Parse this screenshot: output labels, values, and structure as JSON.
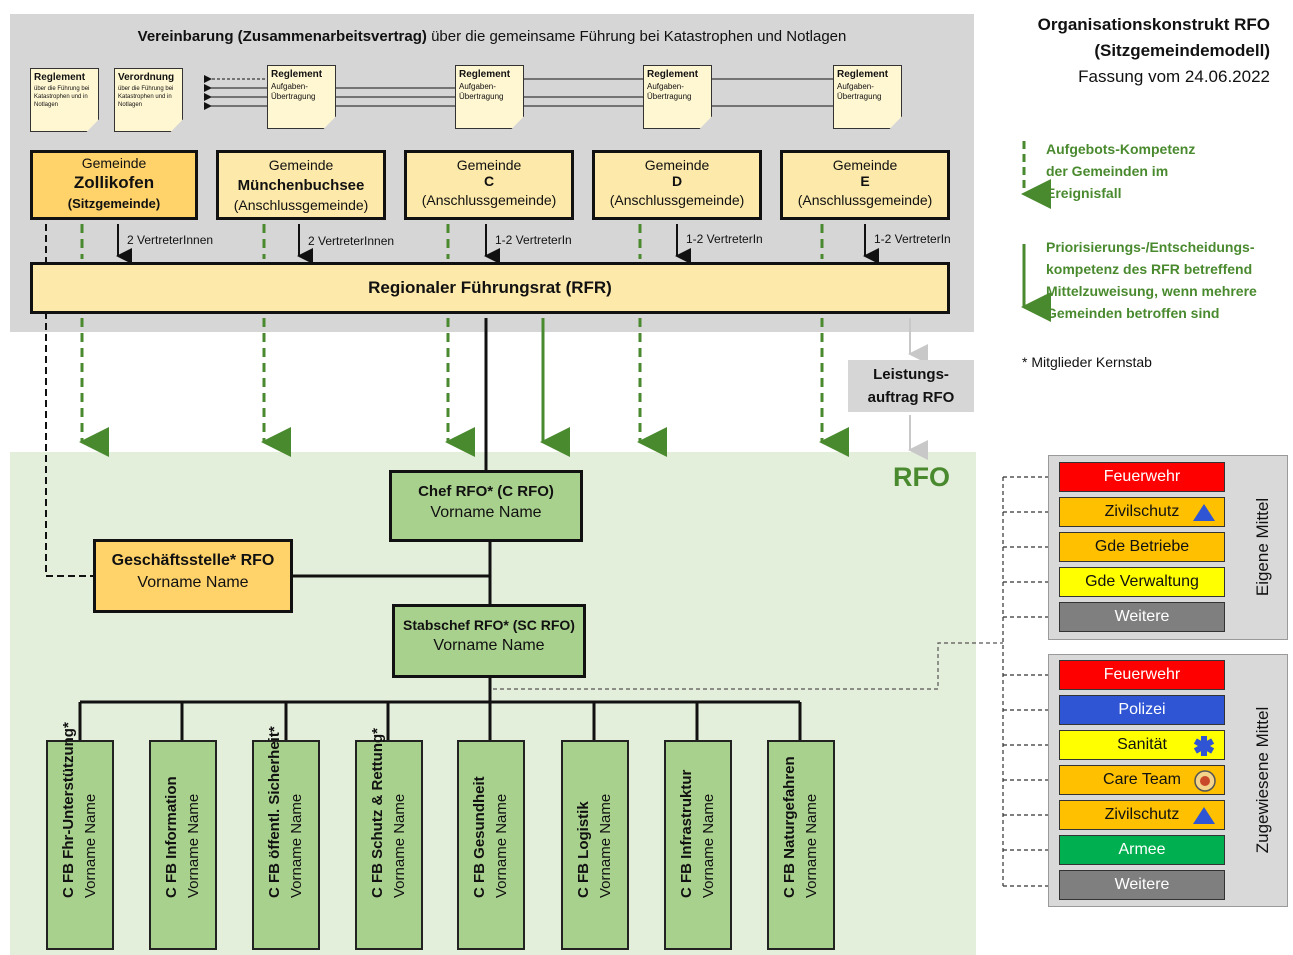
{
  "agreement": {
    "title_bold": "Vereinbarung (Zusammenarbeitsvertrag)",
    "title_rest": " über die gemeinsame Führung bei Katastrophen und Notlagen"
  },
  "documents": [
    {
      "title": "Reglement",
      "body": "über die Führung bei Katastrophen und in Notlagen"
    },
    {
      "title": "Verordnung",
      "body": "über die Führung bei Katastrophen und in Notlagen"
    },
    {
      "title": "Reglement",
      "body": "Aufgaben-Übertragung"
    },
    {
      "title": "Reglement",
      "body": "Aufgaben-Übertragung"
    },
    {
      "title": "Reglement",
      "body": "Aufgaben-Übertragung"
    },
    {
      "title": "Reglement",
      "body": "Aufgaben-Übertragung"
    }
  ],
  "gemeinden": [
    {
      "label": "Gemeinde",
      "name": "Zollikofen",
      "role": "(Sitzgemeinde)",
      "delegates": "2 VertreterInnen"
    },
    {
      "label": "Gemeinde",
      "name": "Münchenbuchsee",
      "role": "(Anschlussgemeinde)",
      "delegates": "2 VertreterInnen"
    },
    {
      "label": "Gemeinde",
      "name": "C",
      "role": "(Anschlussgemeinde)",
      "delegates": "1-2 VertreterIn"
    },
    {
      "label": "Gemeinde",
      "name": "D",
      "role": "(Anschlussgemeinde)",
      "delegates": "1-2 VertreterIn"
    },
    {
      "label": "Gemeinde",
      "name": "E",
      "role": "(Anschlussgemeinde)",
      "delegates": "1-2 VertreterIn"
    }
  ],
  "rfr": {
    "label": "Regionaler Führungsrat (RFR)"
  },
  "header": {
    "line1": "Organisationskonstrukt RFO",
    "line2": "(Sitzgemeindemodell)",
    "line3": "Fassung vom 24.06.2022"
  },
  "legend": {
    "item1": [
      "Aufgebots-Kompetenz",
      "der Gemeinden im",
      "Ereignisfall"
    ],
    "item2": [
      "Priorisierungs-/Entscheidungs-",
      "kompetenz des RFR betreffend",
      "Mittelzuweisung, wenn mehrere",
      "Gemeinden betroffen sind"
    ],
    "note": "* Mitglieder Kernstab"
  },
  "leistungsauftrag": [
    "Leistungs-",
    "auftrag RFO"
  ],
  "rfo_label": "RFO",
  "chef": {
    "title": "Chef RFO* (C RFO)",
    "name": "Vorname Name"
  },
  "geschaeftsstelle": {
    "title": "Geschäftsstelle* RFO",
    "name": "Vorname Name"
  },
  "stabschef": {
    "title": "Stabschef RFO* (SC RFO)",
    "name": "Vorname Name"
  },
  "fachbereiche": [
    {
      "title": "C FB Fhr-Unterstützung*",
      "name": "Vorname Name"
    },
    {
      "title": "C FB Information",
      "name": "Vorname Name"
    },
    {
      "title": "C FB öffentl. Sicherheit*",
      "name": "Vorname Name"
    },
    {
      "title": "C FB Schutz & Rettung*",
      "name": "Vorname Name"
    },
    {
      "title": "C FB Gesundheit",
      "name": "Vorname Name"
    },
    {
      "title": "C FB Logistik",
      "name": "Vorname Name"
    },
    {
      "title": "C FB Infrastruktur",
      "name": "Vorname Name"
    },
    {
      "title": "C FB Naturgefahren",
      "name": "Vorname Name"
    }
  ],
  "eigene_mittel": {
    "label": "Eigene Mittel",
    "items": [
      {
        "label": "Feuerwehr",
        "color": "#ff0000",
        "text_color": "#ffffff"
      },
      {
        "label": "Zivilschutz",
        "color": "#ffc000",
        "text_color": "#111111",
        "icon": "triangle-icon"
      },
      {
        "label": "Gde Betriebe",
        "color": "#ffc000",
        "text_color": "#111111"
      },
      {
        "label": "Gde Verwaltung",
        "color": "#ffff00",
        "text_color": "#111111"
      },
      {
        "label": "Weitere",
        "color": "#7f7f7f",
        "text_color": "#ffffff"
      }
    ]
  },
  "zugewiesene_mittel": {
    "label": "Zugewiesene Mittel",
    "items": [
      {
        "label": "Feuerwehr",
        "color": "#ff0000",
        "text_color": "#ffffff"
      },
      {
        "label": "Polizei",
        "color": "#2f55d4",
        "text_color": "#ffffff"
      },
      {
        "label": "Sanität",
        "color": "#ffff00",
        "text_color": "#111111",
        "icon": "star-of-life-icon"
      },
      {
        "label": "Care Team",
        "color": "#ffc000",
        "text_color": "#111111",
        "icon": "care-team-icon"
      },
      {
        "label": "Zivilschutz",
        "color": "#ffc000",
        "text_color": "#111111",
        "icon": "triangle-icon"
      },
      {
        "label": "Armee",
        "color": "#00b050",
        "text_color": "#ffffff"
      },
      {
        "label": "Weitere",
        "color": "#7f7f7f",
        "text_color": "#ffffff"
      }
    ]
  }
}
